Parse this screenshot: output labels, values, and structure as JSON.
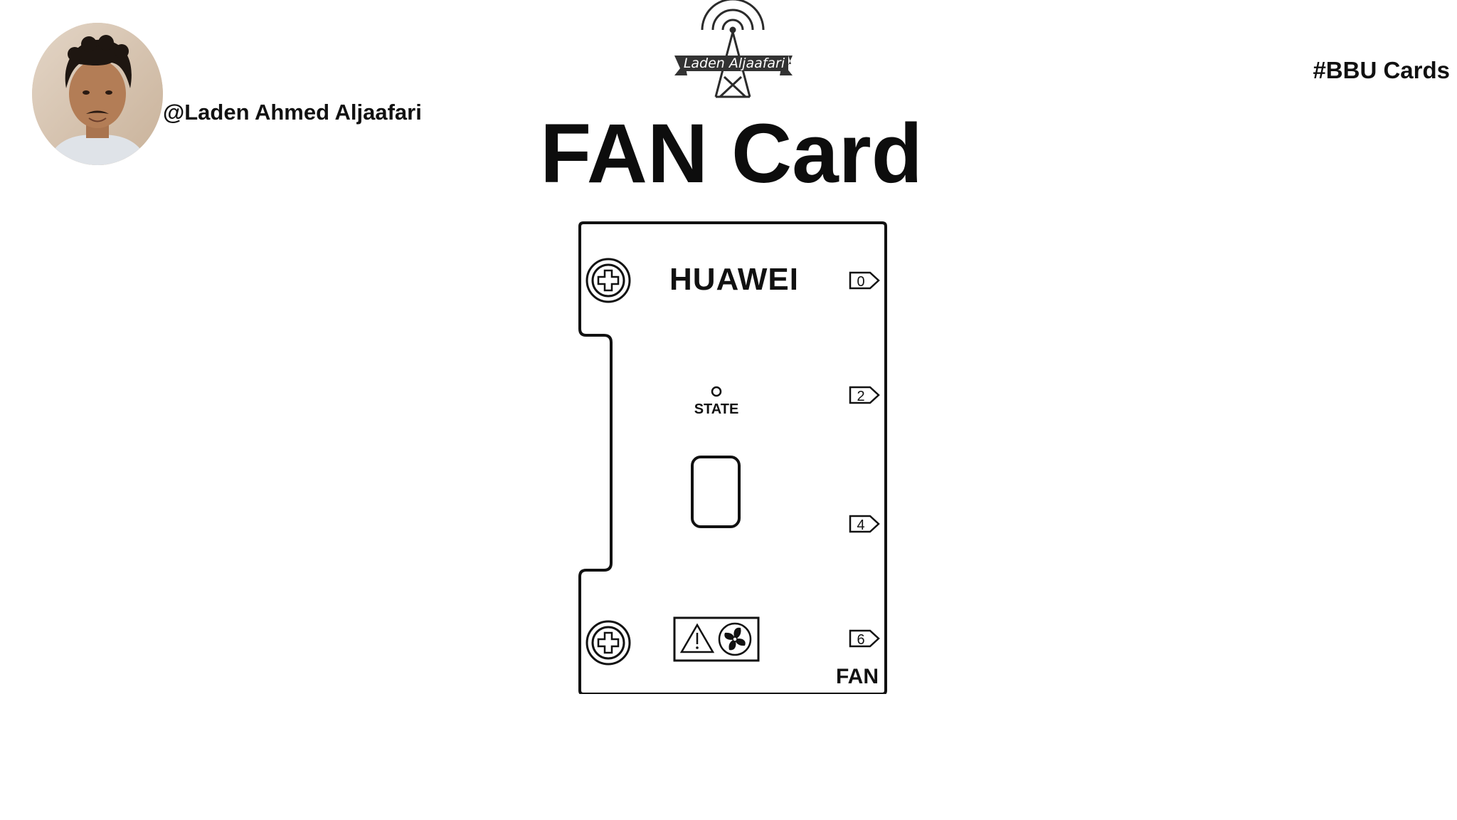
{
  "author": {
    "handle": "@Laden Ahmed Aljaafari"
  },
  "hashtag": "#BBU Cards",
  "logo": {
    "text": "Laden Aljaafari",
    "icon": "radio-tower-icon"
  },
  "title": "FAN Card",
  "card": {
    "brand": "HUAWEI",
    "led_label": "STATE",
    "name_label": "FAN",
    "port_labels": [
      "0",
      "2",
      "4",
      "6"
    ],
    "icons": [
      "screw-icon",
      "warning-icon",
      "fan-icon"
    ]
  }
}
